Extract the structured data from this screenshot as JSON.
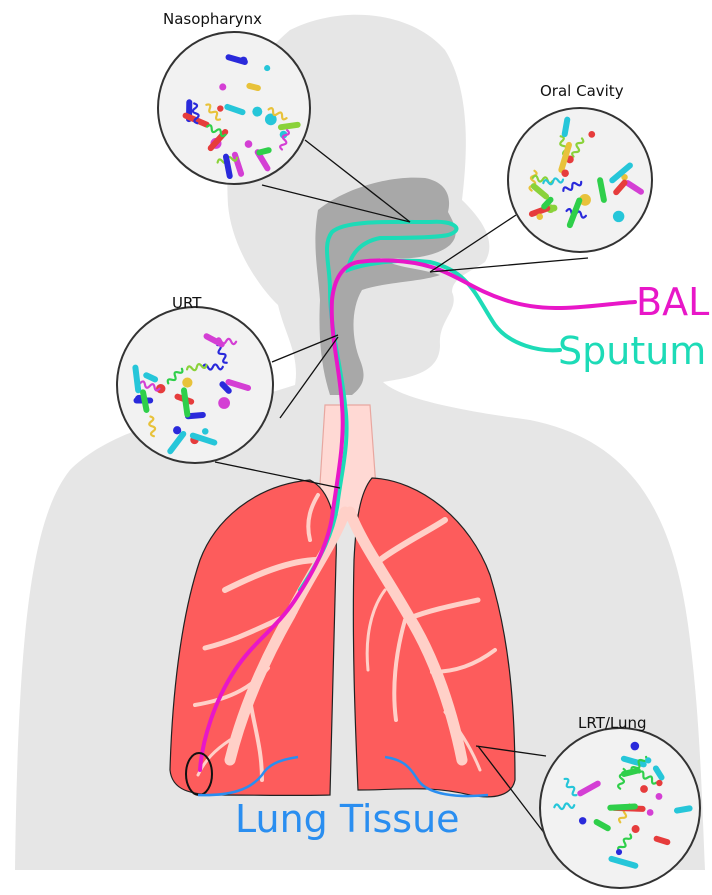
{
  "labels": {
    "nasopharynx": "Nasopharynx",
    "oral_cavity": "Oral Cavity",
    "urt": "URT",
    "lrt_lung": "LRT/Lung",
    "bal": "BAL",
    "sputum": "Sputum",
    "lung_tissue": "Lung Tissue"
  },
  "colors": {
    "body_silhouette": "#e6e6e6",
    "airway_dark": "#a8a8a8",
    "lung": "#fd5c5c",
    "bronchi": "#ffd0c8",
    "bal_line": "#e817c8",
    "sputum_line": "#1ddbb7",
    "lung_tissue_text": "#2a8ef0",
    "lung_tissue_bracket": "#2a8ef0"
  },
  "microbe_palette": [
    "#2a2adb",
    "#e63c3c",
    "#2fcf4a",
    "#d43fd4",
    "#26c6d9",
    "#e8c23a",
    "#8ad23a"
  ]
}
